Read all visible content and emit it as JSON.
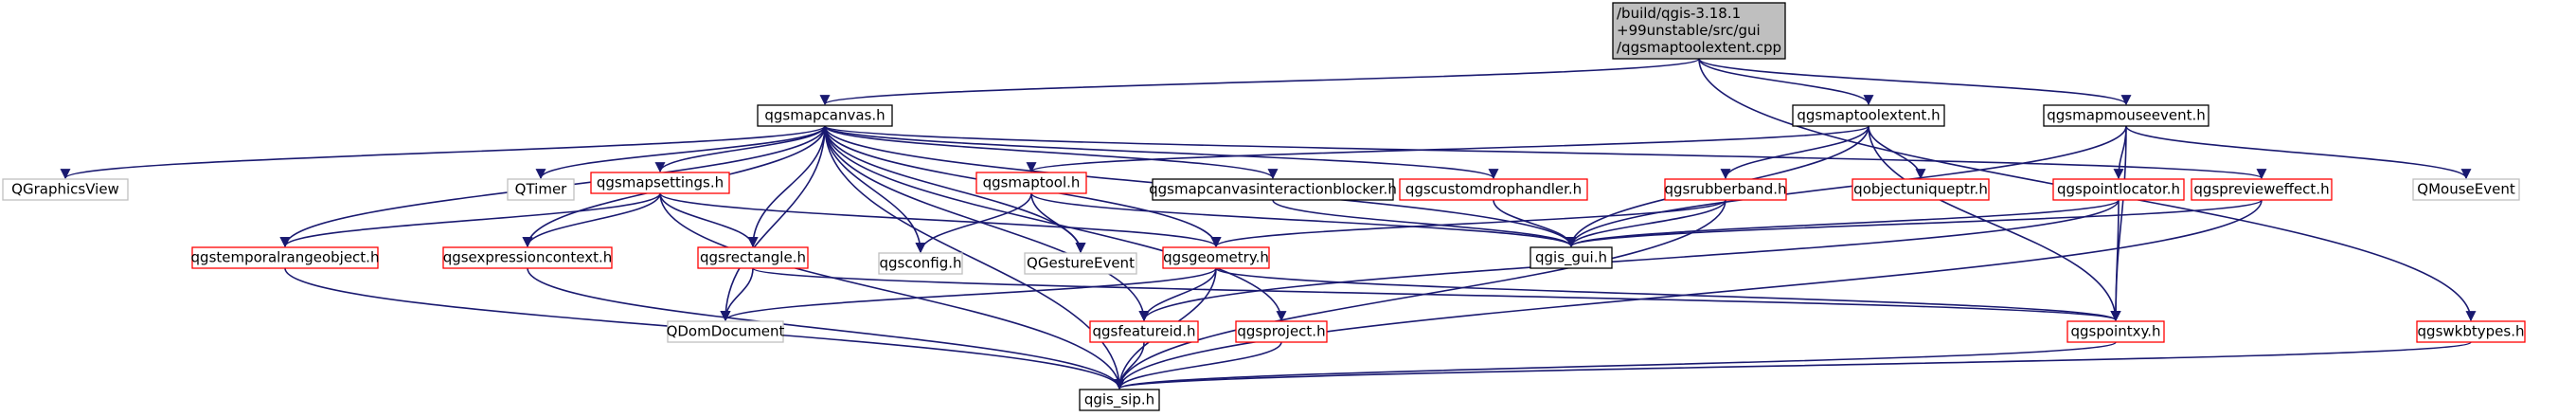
{
  "colors": {
    "edge": "#191970",
    "root_fill": "#bfbfbf",
    "border_black": "#000000",
    "border_red": "#ff0000",
    "border_gray": "#bfbfbf"
  },
  "nodes": [
    {
      "id": "root",
      "lines": [
        "/build/qgis-3.18.1",
        "+99unstable/src/gui",
        "/qgsmaptoolextent.cpp"
      ],
      "style": "root"
    },
    {
      "id": "qgsmapcanvas",
      "lines": [
        "qgsmapcanvas.h"
      ],
      "style": "black"
    },
    {
      "id": "qgsmaptoolextent",
      "lines": [
        "qgsmaptoolextent.h"
      ],
      "style": "black"
    },
    {
      "id": "qgsmapmouseevent",
      "lines": [
        "qgsmapmouseevent.h"
      ],
      "style": "black"
    },
    {
      "id": "qgraphicsview",
      "lines": [
        "QGraphicsView"
      ],
      "style": "gray"
    },
    {
      "id": "qtimer",
      "lines": [
        "QTimer"
      ],
      "style": "gray"
    },
    {
      "id": "qgsmapsettings",
      "lines": [
        "qgsmapsettings.h"
      ],
      "style": "red"
    },
    {
      "id": "qgsmaptool",
      "lines": [
        "qgsmaptool.h"
      ],
      "style": "red"
    },
    {
      "id": "qgsmapcanvasinteractionblocker",
      "lines": [
        "qgsmapcanvasinteractionblocker.h"
      ],
      "style": "black"
    },
    {
      "id": "qgscustomdrophandler",
      "lines": [
        "qgscustomdrophandler.h"
      ],
      "style": "red"
    },
    {
      "id": "qgsrubberband",
      "lines": [
        "qgsrubberband.h"
      ],
      "style": "red"
    },
    {
      "id": "qobjectuniqueptr",
      "lines": [
        "qobjectuniqueptr.h"
      ],
      "style": "red"
    },
    {
      "id": "qgspointlocator",
      "lines": [
        "qgspointlocator.h"
      ],
      "style": "red"
    },
    {
      "id": "qgsprevieweffect",
      "lines": [
        "qgsprevieweffect.h"
      ],
      "style": "red"
    },
    {
      "id": "qmouseevent",
      "lines": [
        "QMouseEvent"
      ],
      "style": "gray"
    },
    {
      "id": "qgstemporalrangeobject",
      "lines": [
        "qgstemporalrangeobject.h"
      ],
      "style": "red"
    },
    {
      "id": "qgsexpressioncontext",
      "lines": [
        "qgsexpressioncontext.h"
      ],
      "style": "red"
    },
    {
      "id": "qgsrectangle",
      "lines": [
        "qgsrectangle.h"
      ],
      "style": "red"
    },
    {
      "id": "qgsconfig",
      "lines": [
        "qgsconfig.h"
      ],
      "style": "gray"
    },
    {
      "id": "qgestureevent",
      "lines": [
        "QGestureEvent"
      ],
      "style": "gray"
    },
    {
      "id": "qgsgeometry",
      "lines": [
        "qgsgeometry.h"
      ],
      "style": "red"
    },
    {
      "id": "qgis_gui",
      "lines": [
        "qgis_gui.h"
      ],
      "style": "black"
    },
    {
      "id": "qdomdocument",
      "lines": [
        "QDomDocument"
      ],
      "style": "gray"
    },
    {
      "id": "qgsfeatureid",
      "lines": [
        "qgsfeatureid.h"
      ],
      "style": "red"
    },
    {
      "id": "qgsproject",
      "lines": [
        "qgsproject.h"
      ],
      "style": "red"
    },
    {
      "id": "qgspointxy",
      "lines": [
        "qgspointxy.h"
      ],
      "style": "red"
    },
    {
      "id": "qgswkbtypes",
      "lines": [
        "qgswkbtypes.h"
      ],
      "style": "red"
    },
    {
      "id": "qgis_sip",
      "lines": [
        "qgis_sip.h"
      ],
      "style": "black"
    }
  ],
  "edges": [
    [
      "root",
      "qgsmapcanvas"
    ],
    [
      "root",
      "qgsmaptoolextent"
    ],
    [
      "root",
      "qgsmapmouseevent"
    ],
    [
      "root",
      "qgswkbtypes"
    ],
    [
      "qgsmapcanvas",
      "qgraphicsview"
    ],
    [
      "qgsmapcanvas",
      "qtimer"
    ],
    [
      "qgsmapcanvas",
      "qgsmapsettings"
    ],
    [
      "qgsmapcanvas",
      "qgsmapcanvasinteractionblocker"
    ],
    [
      "qgsmapcanvas",
      "qgscustomdrophandler"
    ],
    [
      "qgsmapcanvas",
      "qgsprevieweffect"
    ],
    [
      "qgsmapcanvas",
      "qgis_gui"
    ],
    [
      "qgsmapcanvas",
      "qgstemporalrangeobject"
    ],
    [
      "qgsmapcanvas",
      "qgsexpressioncontext"
    ],
    [
      "qgsmapcanvas",
      "qgsrectangle"
    ],
    [
      "qgsmapcanvas",
      "qgsconfig"
    ],
    [
      "qgsmapcanvas",
      "qgestureevent"
    ],
    [
      "qgsmapcanvas",
      "qgsgeometry"
    ],
    [
      "qgsmapcanvas",
      "qdomdocument"
    ],
    [
      "qgsmapcanvas",
      "qgsfeatureid"
    ],
    [
      "qgsmapcanvas",
      "qgsproject"
    ],
    [
      "qgsmapcanvas",
      "qgis_sip"
    ],
    [
      "qgsmaptoolextent",
      "qgsmaptool"
    ],
    [
      "qgsmaptoolextent",
      "qgsrubberband"
    ],
    [
      "qgsmaptoolextent",
      "qobjectuniqueptr"
    ],
    [
      "qgsmaptoolextent",
      "qgis_gui"
    ],
    [
      "qgsmaptoolextent",
      "qgspointxy"
    ],
    [
      "qgsmapmouseevent",
      "qgspointlocator"
    ],
    [
      "qgsmapmouseevent",
      "qmouseevent"
    ],
    [
      "qgsmapmouseevent",
      "qgis_gui"
    ],
    [
      "qgsmapmouseevent",
      "qgspointxy"
    ],
    [
      "qgsmapsettings",
      "qgstemporalrangeobject"
    ],
    [
      "qgsmapsettings",
      "qgsexpressioncontext"
    ],
    [
      "qgsmapsettings",
      "qgsrectangle"
    ],
    [
      "qgsmapsettings",
      "qgsgeometry"
    ],
    [
      "qgsmapsettings",
      "qgis_sip"
    ],
    [
      "qgsmaptool",
      "qgsconfig"
    ],
    [
      "qgsmaptool",
      "qgestureevent"
    ],
    [
      "qgsmaptool",
      "qgis_gui"
    ],
    [
      "qgsmapcanvasinteractionblocker",
      "qgis_gui"
    ],
    [
      "qgscustomdrophandler",
      "qgis_gui"
    ],
    [
      "qgsrubberband",
      "qgsgeometry"
    ],
    [
      "qgsrubberband",
      "qgis_gui"
    ],
    [
      "qgsrubberband",
      "qgis_sip"
    ],
    [
      "qgspointlocator",
      "qgis_gui"
    ],
    [
      "qgspointlocator",
      "qgsfeatureid"
    ],
    [
      "qgspointlocator",
      "qgspointxy"
    ],
    [
      "qgsprevieweffect",
      "qgis_gui"
    ],
    [
      "qgsprevieweffect",
      "qgis_sip"
    ],
    [
      "qgstemporalrangeobject",
      "qgis_sip"
    ],
    [
      "qgsexpressioncontext",
      "qgis_sip"
    ],
    [
      "qgsrectangle",
      "qdomdocument"
    ],
    [
      "qgsrectangle",
      "qgspointxy"
    ],
    [
      "qgsgeometry",
      "qdomdocument"
    ],
    [
      "qgsgeometry",
      "qgsfeatureid"
    ],
    [
      "qgsgeometry",
      "qgis_sip"
    ],
    [
      "qgsgeometry",
      "qgspointxy"
    ],
    [
      "qgsfeatureid",
      "qgis_sip"
    ],
    [
      "qgsproject",
      "qgis_sip"
    ],
    [
      "qgspointxy",
      "qgis_sip"
    ],
    [
      "qgswkbtypes",
      "qgis_sip"
    ]
  ]
}
